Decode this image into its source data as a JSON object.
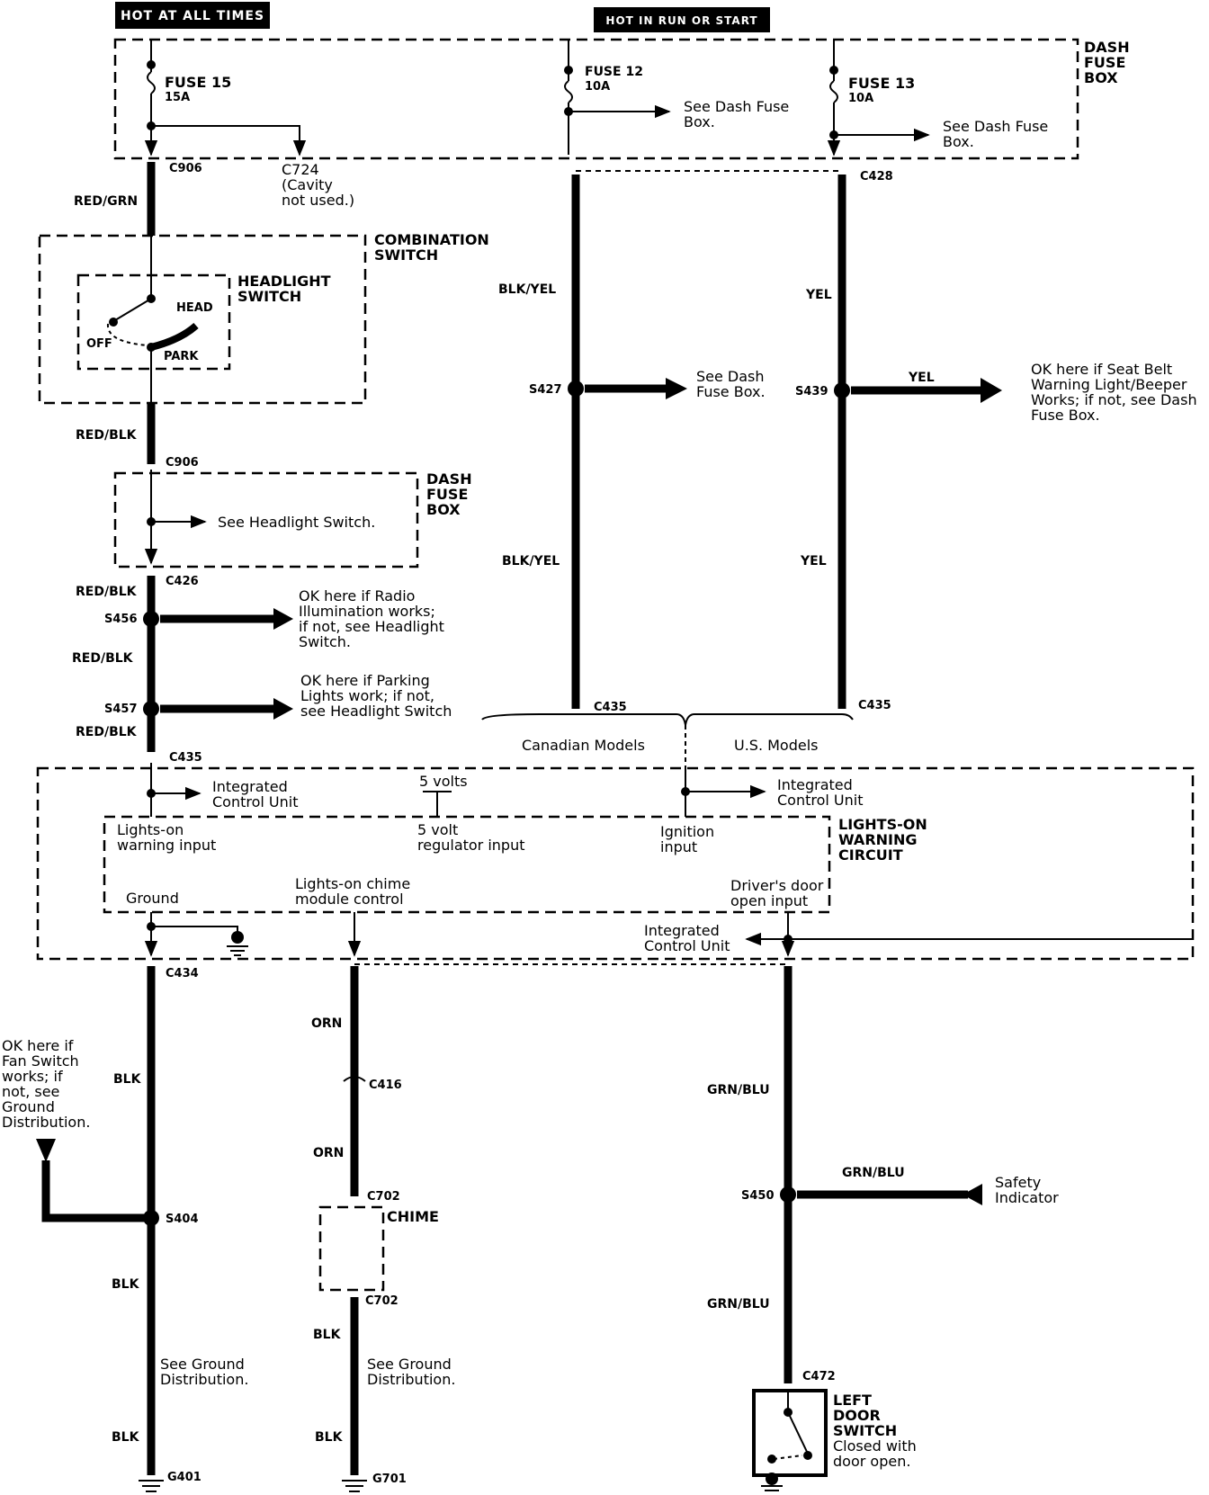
{
  "headers": {
    "hot_at_all_times": "HOT AT ALL TIMES",
    "hot_in_run": "HOT IN RUN OR START"
  },
  "dash_fuse_box": [
    "DASH",
    "FUSE",
    "BOX"
  ],
  "fuses": {
    "fuse15": {
      "name": "FUSE 15",
      "rating": "15A"
    },
    "fuse12": {
      "name": "FUSE 12",
      "rating": "10A"
    },
    "fuse13": {
      "name": "FUSE 13",
      "rating": "10A"
    }
  },
  "see_dash_fuse_box": [
    "See Dash Fuse",
    "Box."
  ],
  "connectors": {
    "c906": "C906",
    "c724": "C724",
    "c428": "C428",
    "c426": "C426",
    "c435": "C435",
    "c434": "C434",
    "c416": "C416",
    "c702": "C702",
    "c472": "C472",
    "g401": "G401",
    "g701": "G701",
    "s427": "S427",
    "s439": "S439",
    "s456": "S456",
    "s457": "S457",
    "s404": "S404",
    "s450": "S450"
  },
  "c724_note": [
    "(Cavity",
    "not used.)"
  ],
  "wires": {
    "red_grn": "RED/GRN",
    "red_blk": "RED/BLK",
    "blk_yel": "BLK/YEL",
    "yel": "YEL",
    "blk": "BLK",
    "orn": "ORN",
    "grn_blu": "GRN/BLU"
  },
  "combination_switch": [
    "COMBINATION",
    "SWITCH"
  ],
  "headlight_switch": {
    "title": [
      "HEADLIGHT",
      "SWITCH"
    ],
    "off": "OFF",
    "head": "HEAD",
    "park": "PARK"
  },
  "see_headlight_switch": "See Headlight Switch.",
  "notes": {
    "s427": [
      "See Dash",
      "Fuse Box."
    ],
    "s439": [
      "OK here if Seat Belt",
      "Warning Light/Beeper",
      "Works; if not, see Dash",
      "Fuse Box."
    ],
    "s456": [
      "OK here if Radio",
      "Illumination works;",
      "if not, see Headlight",
      "Switch."
    ],
    "s457": [
      "OK here if Parking",
      "Lights work; if not,",
      "see Headlight Switch"
    ],
    "fan": [
      "OK here if",
      "Fan Switch",
      "works; if",
      "not, see",
      "Ground",
      "Distribution."
    ],
    "safety": [
      "Safety",
      "Indicator"
    ]
  },
  "models": {
    "canadian": "Canadian Models",
    "us": "U.S. Models"
  },
  "icu": {
    "integrated": [
      "Integrated",
      "Control Unit"
    ],
    "five_volts": "5 volts",
    "lights_on_input": [
      "Lights-on",
      "warning input"
    ],
    "regulator_input": [
      "5 volt",
      "regulator input"
    ],
    "ignition_input": [
      "Ignition",
      "input"
    ],
    "circuit_title": [
      "LIGHTS-ON",
      "WARNING",
      "CIRCUIT"
    ],
    "ground": "Ground",
    "chime_control": [
      "Lights-on chime",
      "module control"
    ],
    "door_input": [
      "Driver's door",
      "open input"
    ]
  },
  "chime": "CHIME",
  "see_ground": [
    "See Ground",
    "Distribution."
  ],
  "door_switch": [
    "LEFT",
    "DOOR",
    "SWITCH",
    "Closed with",
    "door open."
  ]
}
